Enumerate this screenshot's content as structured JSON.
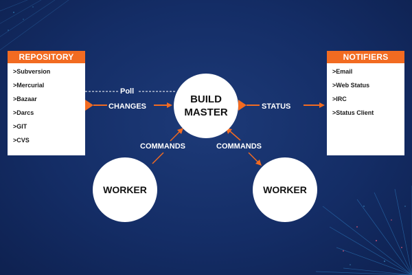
{
  "colors": {
    "background": "#142d66",
    "accent": "#f26b21",
    "box_fill": "#ffffff"
  },
  "repository": {
    "title": "REPOSITORY",
    "items": [
      ">Subversion",
      ">Mercurial",
      ">Bazaar",
      ">Darcs",
      ">GIT",
      ">CVS"
    ]
  },
  "notifiers": {
    "title": "NOTIFIERS",
    "items": [
      ">Email",
      ">Web Status",
      ">IRC",
      ">Status Client"
    ]
  },
  "master": {
    "line1": "BUILD",
    "line2": "MASTER"
  },
  "workers": [
    {
      "label": "WORKER"
    },
    {
      "label": "WORKER"
    }
  ],
  "edges": {
    "poll": "Poll",
    "changes": "CHANGES",
    "status": "STATUS",
    "commands_left": "COMMANDS",
    "commands_right": "COMMANDS"
  }
}
